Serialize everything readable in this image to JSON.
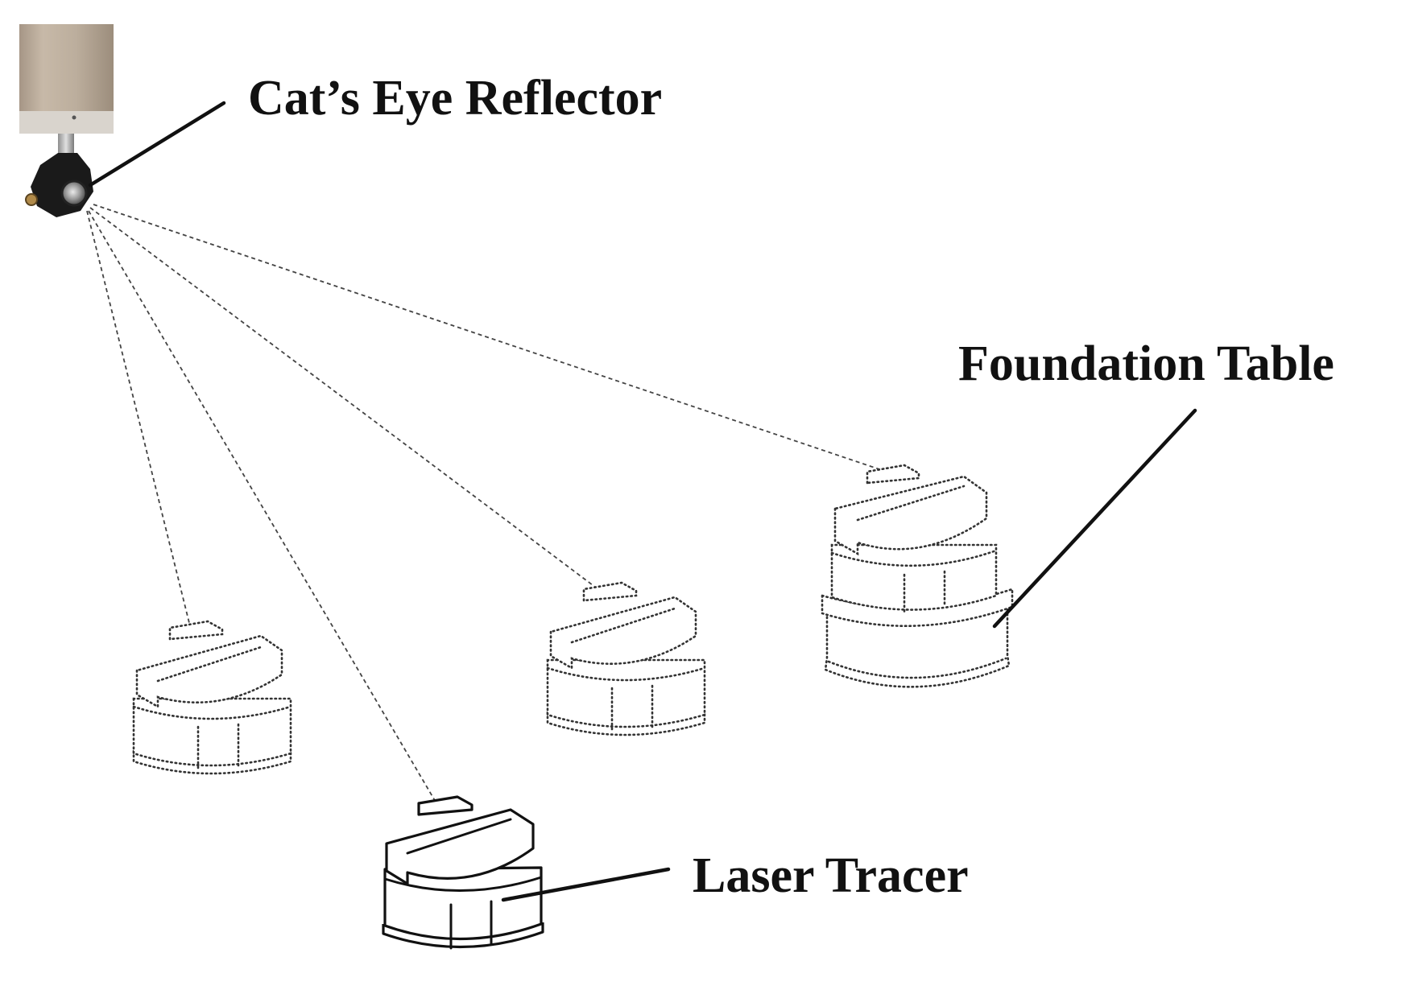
{
  "diagram": {
    "labels": {
      "reflector": "Cat’s Eye Reflector",
      "foundation_table": "Foundation Table",
      "laser_tracer": "Laser Tracer"
    }
  }
}
